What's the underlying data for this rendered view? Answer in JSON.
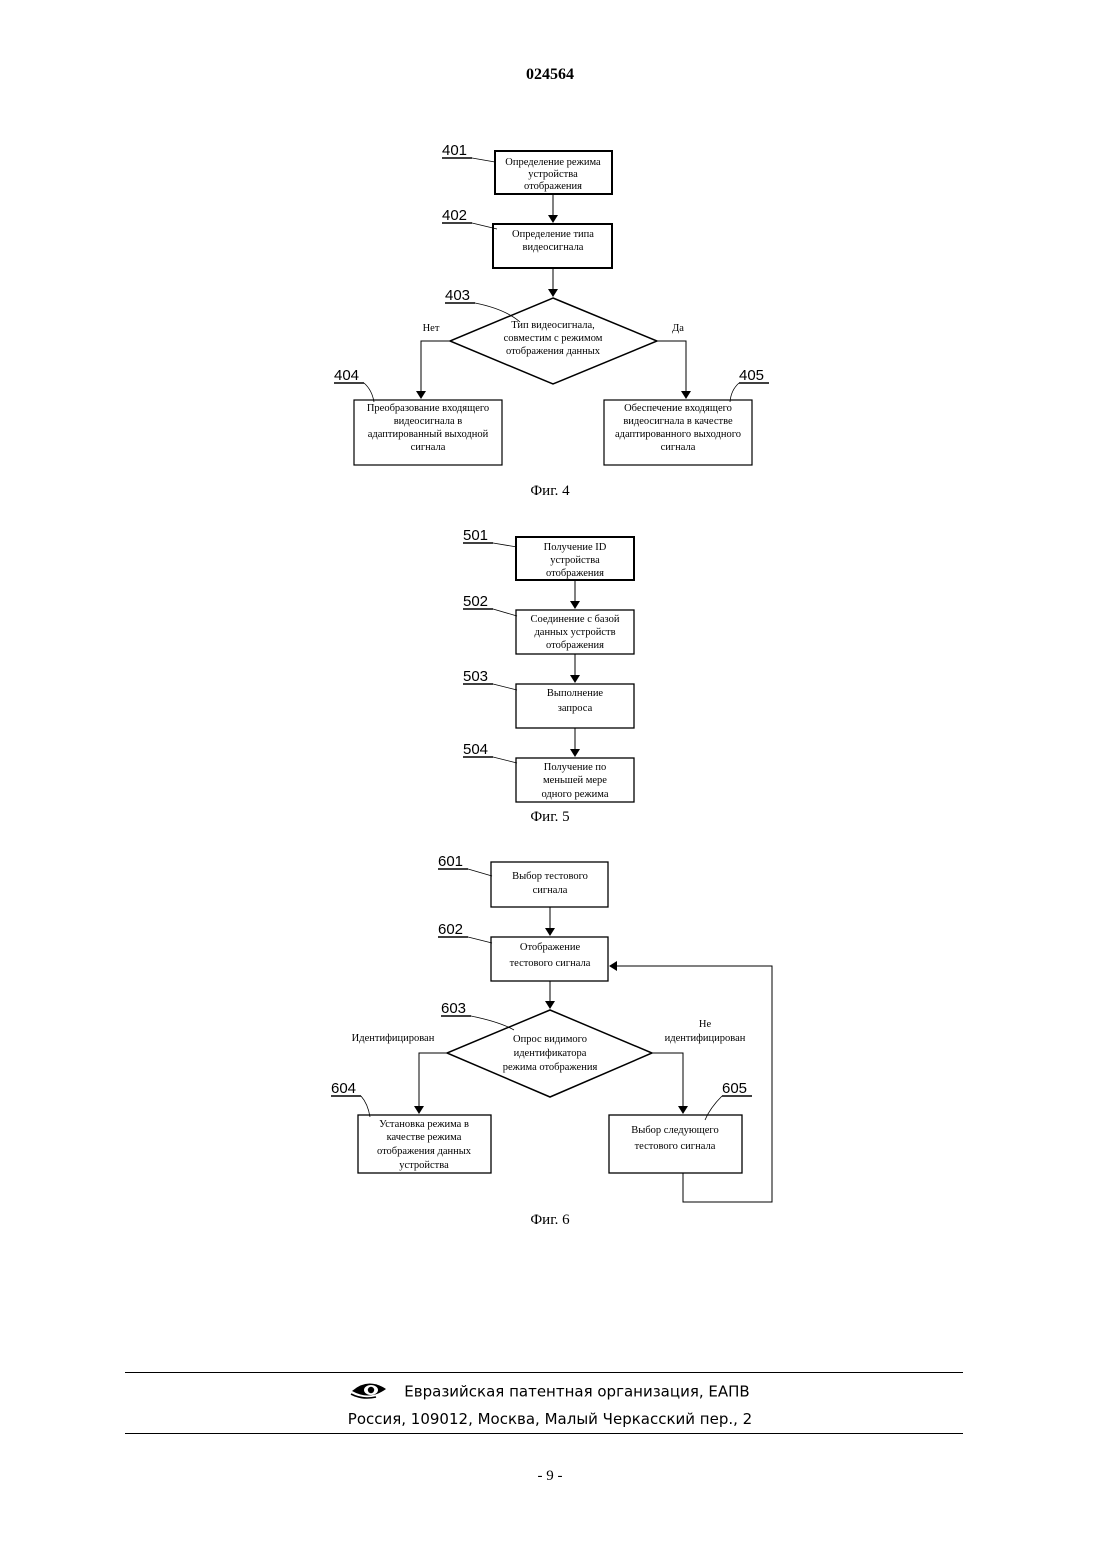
{
  "header": {
    "doc_number": "024564"
  },
  "fig4": {
    "caption": "Фиг. 4",
    "refs": {
      "r401": "401",
      "r402": "402",
      "r403": "403",
      "r404": "404",
      "r405": "405"
    },
    "b401": [
      "Определение режима",
      "устройства",
      "отображения"
    ],
    "b402": [
      "Определение типа",
      "видеосигнала"
    ],
    "d403": [
      "Тип видеосигнала,",
      "совместим с режимом",
      "отображения данных"
    ],
    "no_label": "Нет",
    "yes_label": "Да",
    "b404": [
      "Преобразование входящего",
      "видеосигнала в",
      "адаптированный выходной",
      "сигнала"
    ],
    "b405": [
      "Обеспечение входящего",
      "видеосигнала в качестве",
      "адаптированного выходного",
      "сигнала"
    ]
  },
  "fig5": {
    "caption": "Фиг. 5",
    "refs": {
      "r501": "501",
      "r502": "502",
      "r503": "503",
      "r504": "504"
    },
    "b501": [
      "Получение ID",
      "устройства",
      "отображения"
    ],
    "b502": [
      "Соединение с базой",
      "данных устройств",
      "отображения"
    ],
    "b503": [
      "Выполнение",
      "запроса"
    ],
    "b504": [
      "Получение по",
      "меньшей мере",
      "одного режима"
    ]
  },
  "fig6": {
    "caption": "Фиг. 6",
    "refs": {
      "r601": "601",
      "r602": "602",
      "r603": "603",
      "r604": "604",
      "r605": "605"
    },
    "b601": [
      "Выбор тестового",
      "сигнала"
    ],
    "b602": [
      "Отображение",
      "тестового сигнала"
    ],
    "d603": [
      "Опрос видимого",
      "идентификатора",
      "режима отображения"
    ],
    "identified_label": "Идентифицирован",
    "not_identified_label": [
      "Не",
      "идентифицирован"
    ],
    "b604": [
      "Установка режима в",
      "качестве режима",
      "отображения данных",
      "устройства"
    ],
    "b605": [
      "Выбор следующего",
      "тестового сигнала"
    ]
  },
  "footer": {
    "logo_icon": "eapo-eye-logo-icon",
    "organization": "Евразийская патентная организация, ЕАПВ",
    "address": "Россия, 109012, Москва, Малый Черкасский пер., 2",
    "page_number": "- 9 -"
  }
}
